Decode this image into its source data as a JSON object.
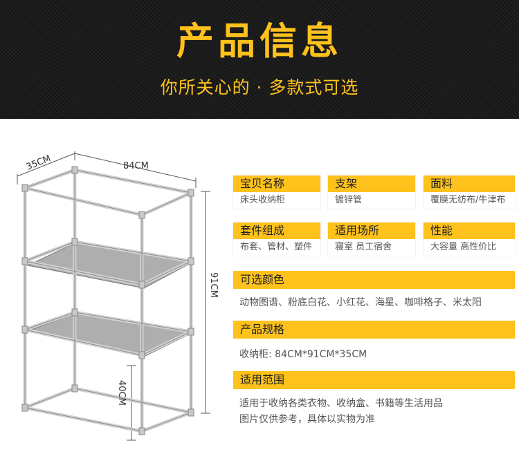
{
  "header": {
    "title": "产品信息",
    "subtitle": "你所关心的 · 多款式可选"
  },
  "diagram": {
    "depth_label": "35CM",
    "width_label": "84CM",
    "height_label": "91CM",
    "lower_height_label": "40CM"
  },
  "specs": [
    {
      "label": "宝贝名称",
      "value": "床头收纳柜"
    },
    {
      "label": "支架",
      "value": "镀锌管"
    },
    {
      "label": "面料",
      "value": "覆膜无纺布/牛津布"
    },
    {
      "label": "套件组成",
      "value": "布套、管材、塑件"
    },
    {
      "label": "适用场所",
      "value": "寝室 员工宿舍"
    },
    {
      "label": "性能",
      "value": "大容量 高性价比"
    }
  ],
  "colors": {
    "heading": "可选颜色",
    "text": "动物图谱、粉底白花、小红花、海星、咖啡格子、米太阳"
  },
  "size": {
    "heading": "产品规格",
    "text": "收纳柜: 84CM*91CM*35CM"
  },
  "scope": {
    "heading": "适用范围",
    "line1": "适用于收纳各类衣物、收纳盒、书籍等生活用品",
    "line2": "图片仅供参考，具体以实物为准"
  },
  "theme": {
    "accent": "#ffc21d",
    "header_bg": "#1b1b1b"
  }
}
